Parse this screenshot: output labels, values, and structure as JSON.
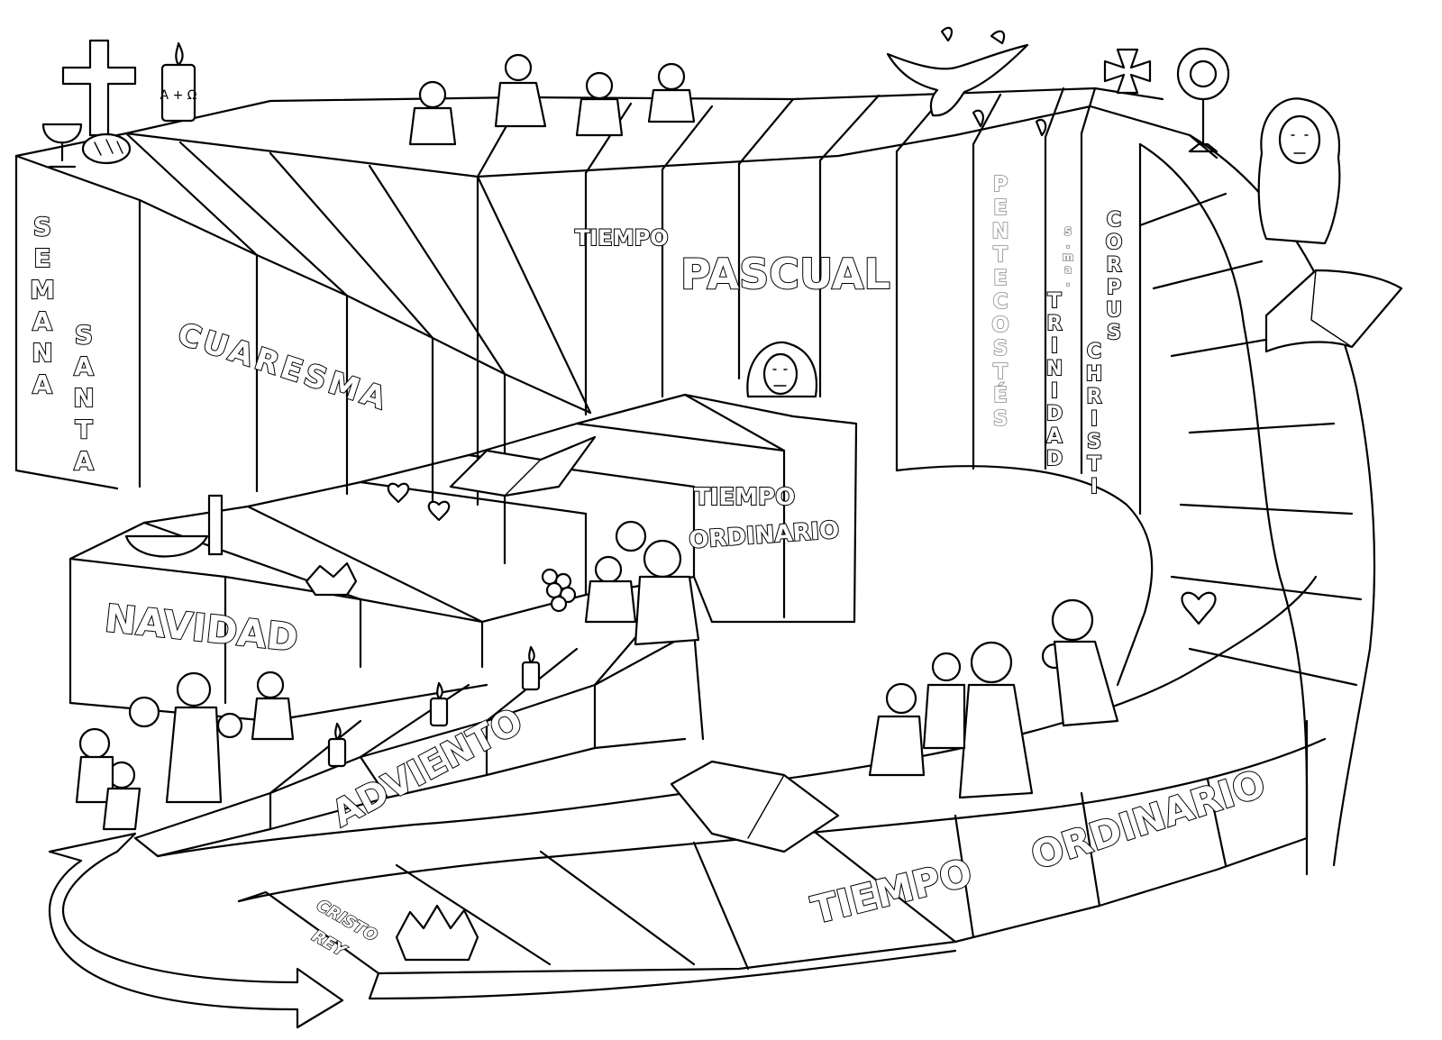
{
  "seasons": {
    "semana": "SEMANA",
    "santa": "SANTA",
    "cuaresma": "CUARESMA",
    "tiempo_pascual_1": "TIEMPO",
    "tiempo_pascual_2": "PASCUAL",
    "pentecostes": "PENTECOSTÉS",
    "stma": "S.ma.",
    "trinidad": "TRINIDAD",
    "corpus": "CORPUS",
    "christi": "CHRISTI",
    "navidad": "NAVIDAD",
    "tiempo_ordinario_upper_1": "TIEMPO",
    "tiempo_ordinario_upper_2": "ORDINARIO",
    "adviento": "ADVIENTO",
    "tiempo_ordinario_lower_1": "TIEMPO",
    "tiempo_ordinario_lower_2": "ORDINARIO",
    "cristo": "CRISTO",
    "rey": "REY"
  },
  "candle_symbols": "A + Ω",
  "icons": [
    "cross-icon",
    "chalice-icon",
    "bread-icon",
    "paschal-candle-icon",
    "dove-icon",
    "cross-pattee-icon",
    "monstrance-icon",
    "jesus-icon",
    "book-icon",
    "crown-icon",
    "heart-icon",
    "advent-candle-icon",
    "children-icon",
    "family-icon",
    "grapes-icon",
    "basin-icon",
    "arrow-icon"
  ]
}
